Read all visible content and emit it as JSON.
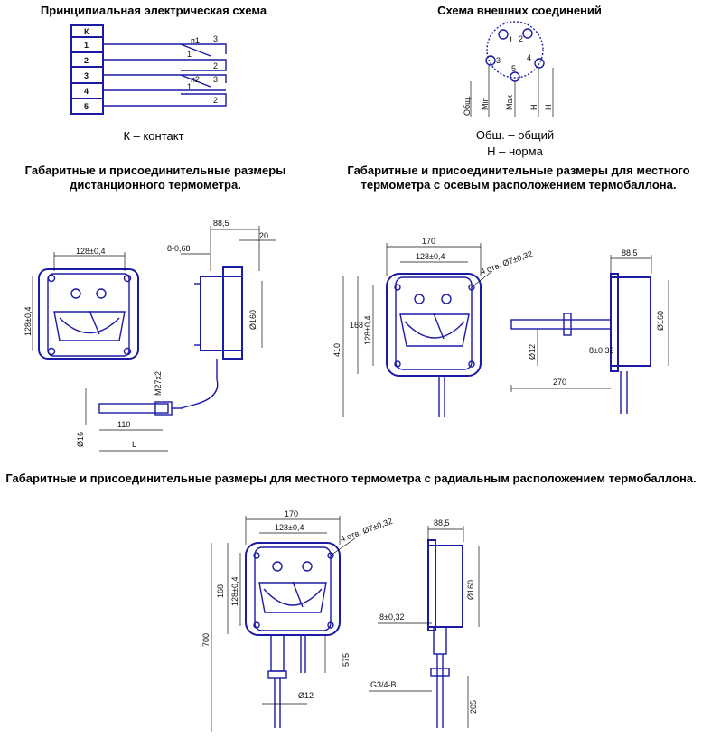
{
  "titles": {
    "schematic": "Принципиальная электрическая схема",
    "connections": "Схема внешних соединений",
    "remote": "Габаритные и присоединительные размеры дистанционного термометра.",
    "local_axial": "Габаритные и присоединительные размеры для местного термометра с осевым расположением термобаллона.",
    "local_radial": "Габаритные и присоединительные размеры для местного термометра с радиальным расположением термобаллона."
  },
  "legend": {
    "contact": "К – контакт",
    "common": "Общ. – общий",
    "norm": "Н – норма"
  },
  "schematic": {
    "terminals": [
      "К",
      "1",
      "2",
      "3",
      "4",
      "5"
    ],
    "switch1": "п1",
    "switch2": "п2",
    "pin1": "1",
    "pin2": "2",
    "pin3": "3"
  },
  "connector": {
    "pins": [
      "1",
      "2",
      "3",
      "4",
      "5"
    ],
    "labels": [
      "Общ.",
      "Min",
      "Max",
      "Н",
      "Н"
    ]
  },
  "remote_dims": {
    "width": "128±0,4",
    "height": "128±0,4",
    "depth": "88,5",
    "offset": "20",
    "wall": "8-0,68",
    "dia": "Ø160",
    "thread": "М27х2",
    "bulb_len": "110",
    "bulb_dia": "Ø16",
    "total": "L"
  },
  "axial_dims": {
    "width": "170",
    "inner": "128±0,4",
    "holes": "4 отв. Ø7±0,32",
    "height": "168",
    "inner_h": "128±0,4",
    "total_h": "410",
    "depth": "88,5",
    "dia": "Ø160",
    "stem_dia": "Ø12",
    "flange": "8±0,32",
    "stem_len": "270"
  },
  "radial_dims": {
    "width": "170",
    "inner": "128±0,4",
    "holes": "4 отв. Ø7±0,32",
    "height": "168",
    "inner_h": "128±0,4",
    "total_h": "700",
    "stem_len": "575",
    "stem_dia": "Ø12",
    "depth": "88,5",
    "dia": "Ø160",
    "flange": "8±0,32",
    "thread": "G3/4-В",
    "tip": "205"
  }
}
